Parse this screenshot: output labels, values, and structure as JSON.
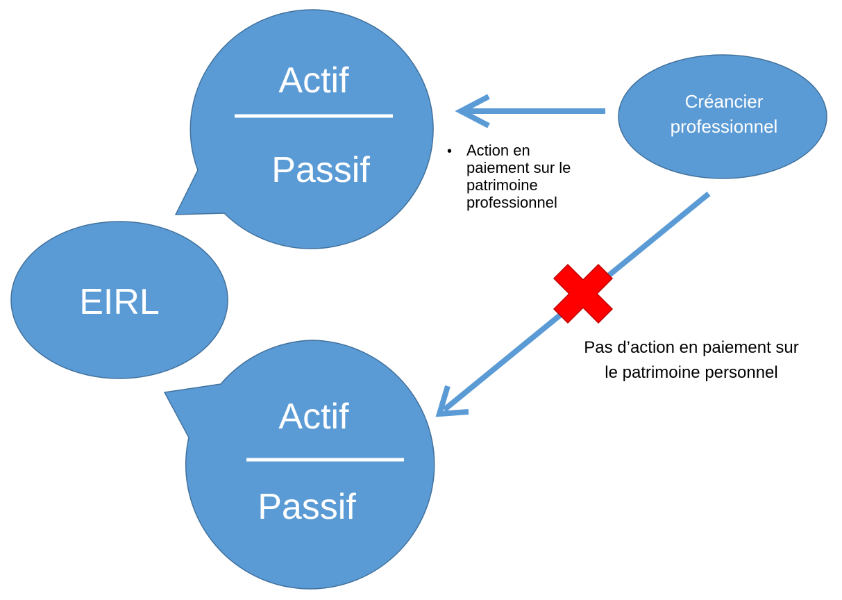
{
  "bubbles": {
    "professional": {
      "actif_label": "Actif",
      "passif_label": "Passif"
    },
    "personal": {
      "actif_label": "Actif",
      "passif_label": "Passif"
    }
  },
  "eirl": {
    "label": "EIRL"
  },
  "creditor": {
    "line1": "Créancier",
    "line2": "professionnel"
  },
  "action_note": {
    "bullet": "•",
    "lines": [
      "Action en",
      "paiement sur le",
      "patrimoine",
      "professionnel"
    ]
  },
  "blocked_note": {
    "lines": [
      "Pas d’action en paiement sur",
      "le patrimoine personnel"
    ]
  },
  "colors": {
    "shape_fill": "#5b9bd5",
    "shape_stroke": "#41719c",
    "arrow": "#5b9bd5",
    "cross_fill": "#ff0000",
    "cross_stroke": "#c00000"
  }
}
